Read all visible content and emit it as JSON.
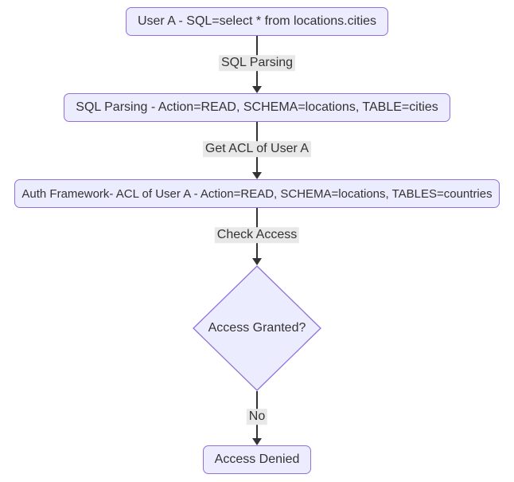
{
  "diagram": {
    "type": "flowchart-top-down",
    "nodes": {
      "user_query": {
        "label": "User A - SQL=select * from locations.cities",
        "shape": "rounded-rect"
      },
      "sql_parsing": {
        "label": "SQL Parsing - Action=READ, SCHEMA=locations, TABLE=cities",
        "shape": "rounded-rect"
      },
      "auth_framework": {
        "label": "Auth Framework- ACL of User A - Action=READ, SCHEMA=locations, TABLES=countries",
        "shape": "rounded-rect"
      },
      "access_granted": {
        "label": "Access Granted?",
        "shape": "diamond"
      },
      "access_denied": {
        "label": "Access Denied",
        "shape": "rounded-rect"
      }
    },
    "edges": {
      "parse": {
        "from": "user_query",
        "to": "sql_parsing",
        "label": "SQL Parsing"
      },
      "get_acl": {
        "from": "sql_parsing",
        "to": "auth_framework",
        "label": "Get ACL of User A"
      },
      "check_access": {
        "from": "auth_framework",
        "to": "access_granted",
        "label": "Check Access"
      },
      "no": {
        "from": "access_granted",
        "to": "access_denied",
        "label": "No"
      }
    },
    "colors": {
      "node_fill": "#ECECFF",
      "node_border": "#9370DB",
      "node_text": "#333333",
      "edge_stroke": "#333333",
      "edge_label_background": "#e8e8e8",
      "page_background": "#ffffff"
    }
  }
}
